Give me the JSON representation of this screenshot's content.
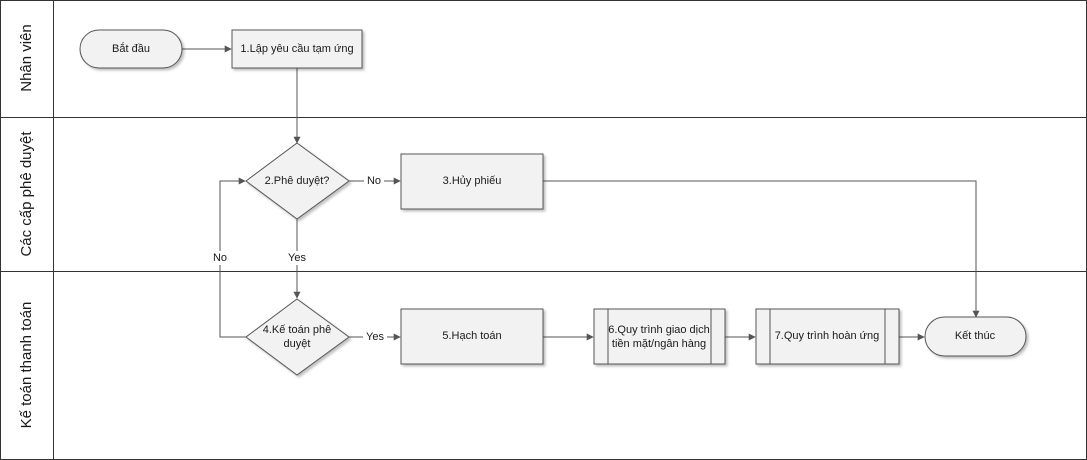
{
  "lanes": [
    {
      "id": "nhan-vien",
      "label": "Nhân viên"
    },
    {
      "id": "cac-cap-phe-duyet",
      "label": "Các cấp phê duyệt"
    },
    {
      "id": "ke-toan-thanh-toan",
      "label": "Kế toán thanh toán"
    }
  ],
  "nodes": {
    "start": {
      "label": "Bắt đầu",
      "shape": "terminator"
    },
    "n1": {
      "label": "1.Lập yêu cầu tạm ứng",
      "shape": "process"
    },
    "n2": {
      "label": "2.Phê duyệt?",
      "shape": "decision"
    },
    "n3": {
      "label": "3.Hủy phiếu",
      "shape": "process"
    },
    "n4": {
      "lines": [
        "4.Kế toán phê",
        "duyệt"
      ],
      "shape": "decision"
    },
    "n5": {
      "label": "5.Hạch toán",
      "shape": "process"
    },
    "n6": {
      "lines": [
        "6.Quy trình giao dịch",
        "tiền mặt/ngân hàng"
      ],
      "shape": "subprocess"
    },
    "n7": {
      "label": "7.Quy trình hoàn ứng",
      "shape": "subprocess"
    },
    "end": {
      "label": "Kết thúc",
      "shape": "terminator"
    }
  },
  "edges": {
    "n2_no": "No",
    "n2_yes": "Yes",
    "n4_no": "No",
    "n4_yes": "Yes"
  },
  "colors": {
    "node_fill": "#f2f2f2",
    "node_stroke": "#555555",
    "line": "#555555",
    "lane_border": "#333333"
  }
}
